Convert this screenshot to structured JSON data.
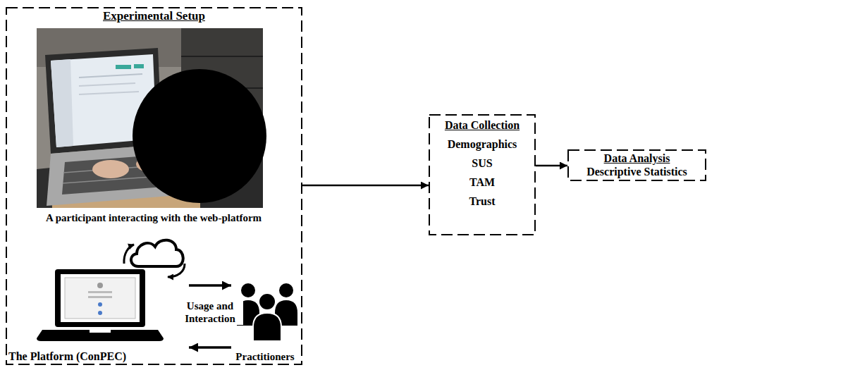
{
  "diagram": {
    "nodes": [
      {
        "text": [
          "Experimental Setup"
        ]
      },
      {
        "text": [
          "The Platform (ConPEC)"
        ],
        "in": 0
      },
      {
        "text": [
          "Practitioners"
        ],
        "in": 0
      },
      {
        "text": [
          "Data Collection",
          "Demographics",
          "SUS",
          "TAM",
          "Trust"
        ]
      },
      {
        "text": [
          "Data Analysis",
          "Descriptive Statistics"
        ]
      }
    ],
    "edges": [
      {
        "from": 0,
        "to": 3,
        "arrow": "to"
      },
      {
        "from": 3,
        "to": 4,
        "arrow": "to"
      },
      {
        "from": 1,
        "to": 2,
        "label": "Usage and Interaction",
        "arrow": "to"
      },
      {
        "from": 2,
        "to": 1,
        "arrow": "to"
      }
    ],
    "labels": [
      "A participant interacting with the web-platform"
    ]
  }
}
